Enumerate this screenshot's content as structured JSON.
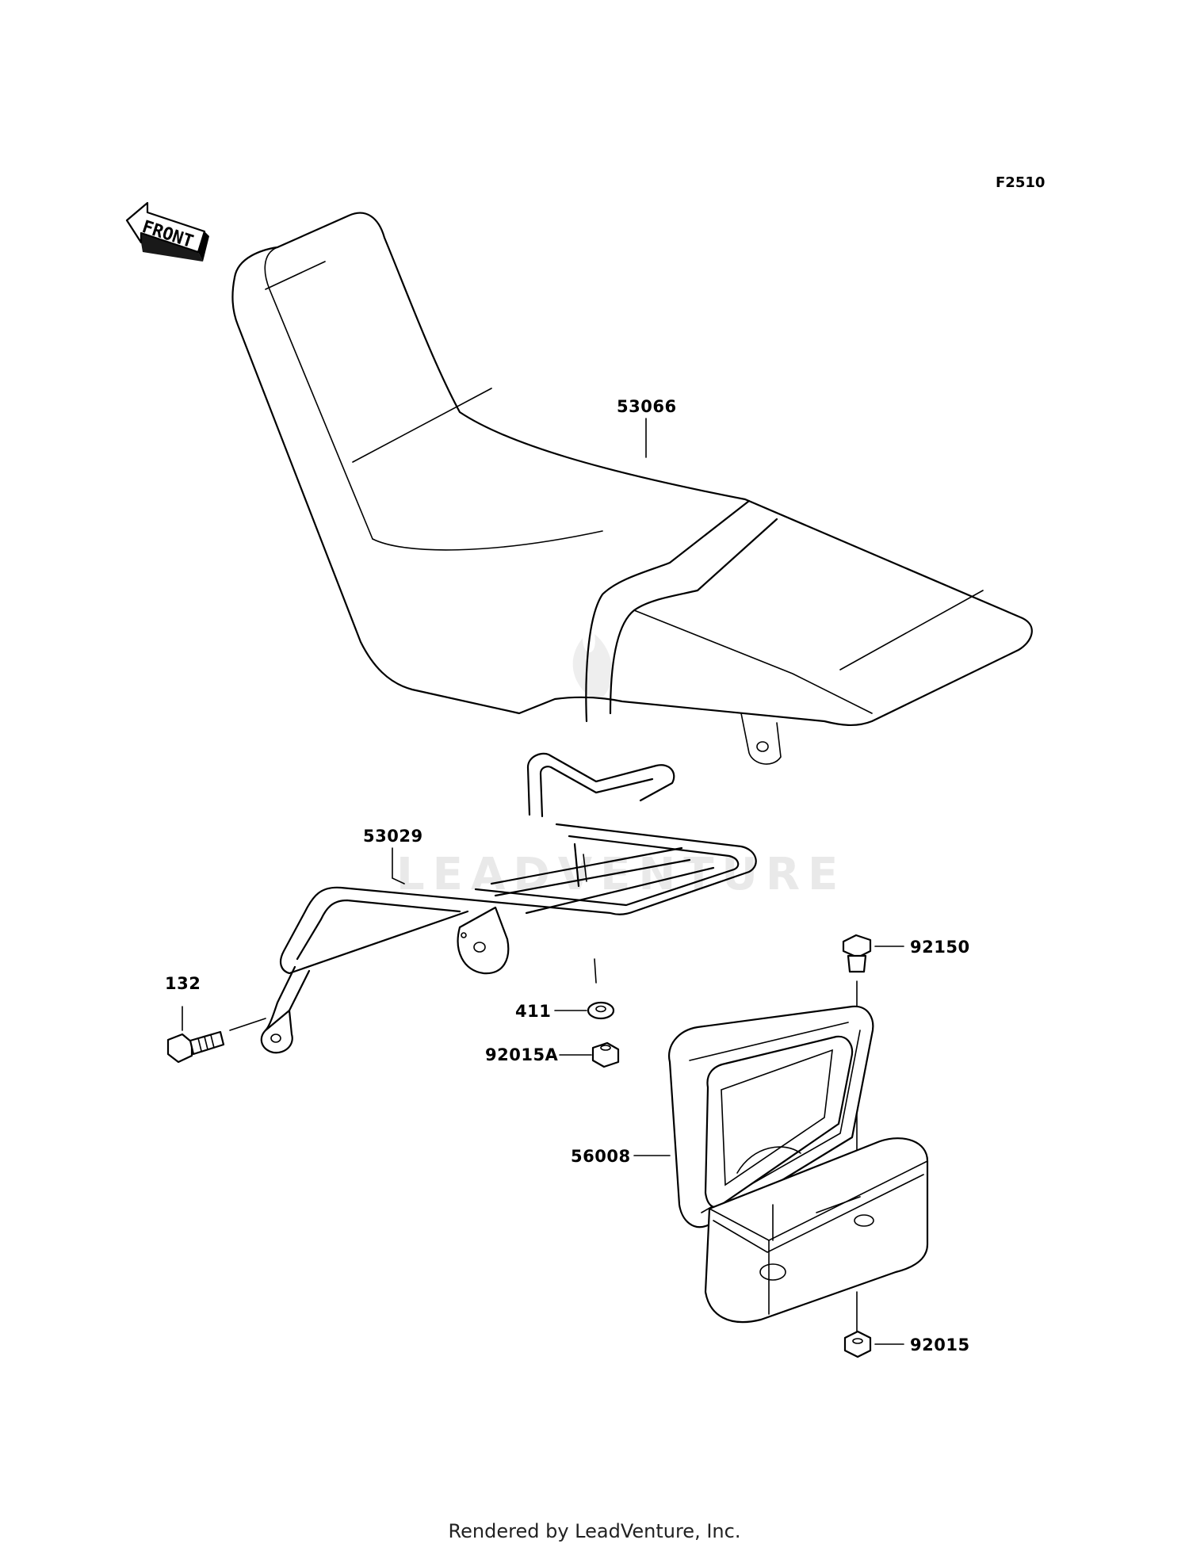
{
  "figure_id": "F2510",
  "front_label": "FRONT",
  "watermark": "LEADVENTURE",
  "footer": "Rendered by LeadVenture, Inc.",
  "parts": {
    "seat": "53066",
    "carrier": "53029",
    "bolt": "132",
    "washer": "411",
    "nut_a": "92015A",
    "case": "56008",
    "bolt_flanged": "92150",
    "nut": "92015"
  }
}
